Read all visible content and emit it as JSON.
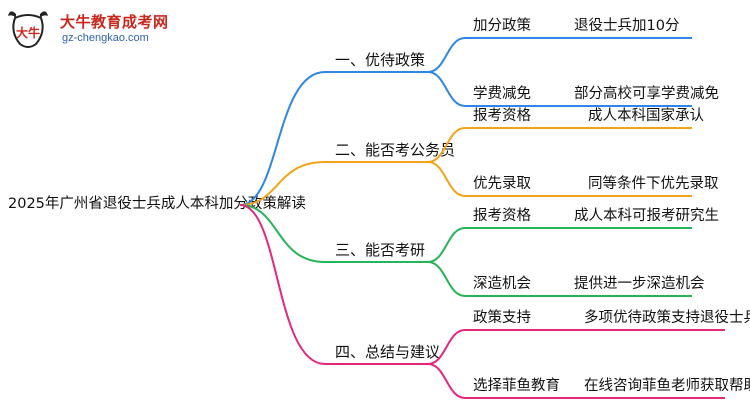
{
  "brand": {
    "name": "大牛教育成考网",
    "url": "gz-chengkao.com",
    "logo_glyph": "大牛"
  },
  "mindmap": {
    "root": "2025年广州省退役士兵成人本科加分政策解读",
    "branches": [
      {
        "label": "一、优待政策",
        "color": "#2f86e6",
        "items": [
          {
            "key": "加分政策",
            "value": "退役士兵加10分"
          },
          {
            "key": "学费减免",
            "value": "部分高校可享学费减免"
          }
        ]
      },
      {
        "label": "二、能否考公务员",
        "color": "#f2a418",
        "items": [
          {
            "key": "报考资格",
            "value": "成人本科国家承认"
          },
          {
            "key": "优先录取",
            "value": "同等条件下优先录取"
          }
        ]
      },
      {
        "label": "三、能否考研",
        "color": "#27b35a",
        "items": [
          {
            "key": "报考资格",
            "value": "成人本科可报考研究生"
          },
          {
            "key": "深造机会",
            "value": "提供进一步深造机会"
          }
        ]
      },
      {
        "label": "四、总结与建议",
        "color": "#e6267e",
        "items": [
          {
            "key": "政策支持",
            "value": "多项优待政策支持退役士兵"
          },
          {
            "key": "选择菲鱼教育",
            "value": "在线咨询菲鱼老师获取帮助"
          }
        ]
      }
    ]
  }
}
